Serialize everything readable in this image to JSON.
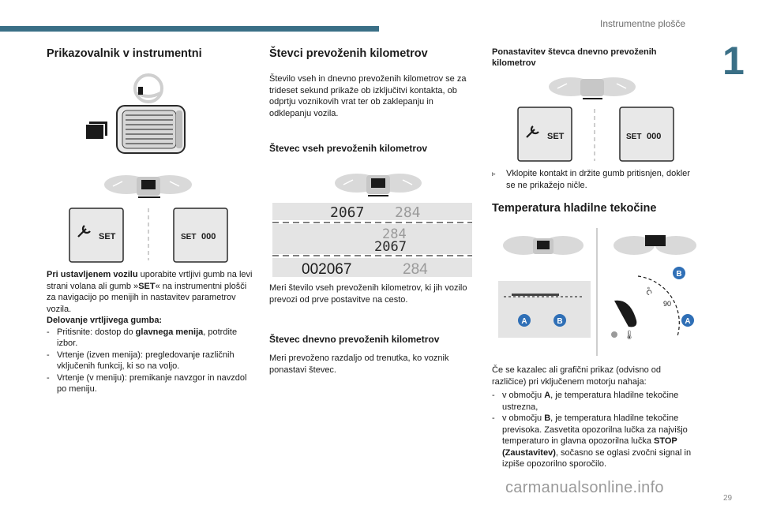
{
  "header": {
    "title": "Instrumentne plošče",
    "chapter_number": "1",
    "page_number": "29",
    "watermark": "carmanualsonline.info"
  },
  "col1": {
    "heading": "Prikazovalnik v instrumentni",
    "para_bold": "Pri ustavljenem vozilu",
    "para_rest1": " uporabite vrtljivi gumb na levi strani volana ali gumb »",
    "para_set": "SET",
    "para_rest2": "« na instrumentni plošči za navigacijo po menijih in nastavitev parametrov vozila.",
    "subheading": "Delovanje vrtljivega gumba:",
    "items": [
      {
        "pre": "Pritisnite: dostop do ",
        "bold": "glavnega menija",
        "post": ", potrdite izbor."
      },
      {
        "pre": "Vrtenje (izven menija): pregledovanje različnih vključenih funkcij, ki so na voljo.",
        "bold": "",
        "post": ""
      },
      {
        "pre": "Vrtenje (v meniju): premikanje navzgor in navzdol po meniju.",
        "bold": "",
        "post": ""
      }
    ],
    "btn_set": "SET",
    "btn_set_000_a": "SET",
    "btn_set_000_b": "000"
  },
  "col2": {
    "heading": "Števci prevoženih kilometrov",
    "intro": "Število vseh in dnevno prevoženih kilometrov se za trideset sekund prikaže ob izključitvi kontakta, ob odprtju voznikovih vrat ter ob zaklepanju in odklepanju vozila.",
    "total_heading": "Števec vseh prevoženih kilometrov",
    "total_text": "Meri število vseh prevoženih kilometrov, ki jih vozilo prevozi od prve postavitve na cesto.",
    "trip_heading": "Števec dnevno prevoženih kilometrov",
    "trip_text": "Meri prevoženo razdaljo od trenutka, ko voznik ponastavi števec.",
    "odo_row1_a": "2067",
    "odo_row1_b": "284",
    "odo_row2_a": "284",
    "odo_row2_b": "2067",
    "odo_row3_a": "002067",
    "odo_row3_b": "284"
  },
  "col3": {
    "reset_heading": "Ponastavitev števca dnevno prevoženih kilometrov",
    "reset_item": "Vklopite kontakt in držite gumb pritisnjen, dokler se ne prikažejo ničle.",
    "temp_heading": "Temperatura hladilne tekočine",
    "temp_intro": "Če se kazalec ali grafični prikaz (odvisno od različice) pri vključenem motorju nahaja:",
    "temp_items": [
      {
        "pre": "v območju ",
        "bold": "A",
        "post": ", je temperatura hladilne tekočine ustrezna,"
      },
      {
        "pre": "v območju ",
        "bold": "B",
        "post": ", je temperatura hladilne tekočine previsoka. Zasvetita opozorilna lučka za najvišjo temperaturo in glavna opozorilna lučka ",
        "bold2": "STOP (Zaustavitev)",
        "post2": ", sočasno se oglasi zvočni signal in izpiše opozorilno sporočilo."
      }
    ],
    "btn_set": "SET",
    "btn_set_000_a": "SET",
    "btn_set_000_b": "000",
    "label_A": "A",
    "label_B": "B",
    "gauge_c": "°C",
    "gauge_90": "90"
  },
  "colors": {
    "accent": "#3a6f86",
    "badge_blue": "#2f6fb6",
    "panel_grey": "#e4e4e4"
  }
}
